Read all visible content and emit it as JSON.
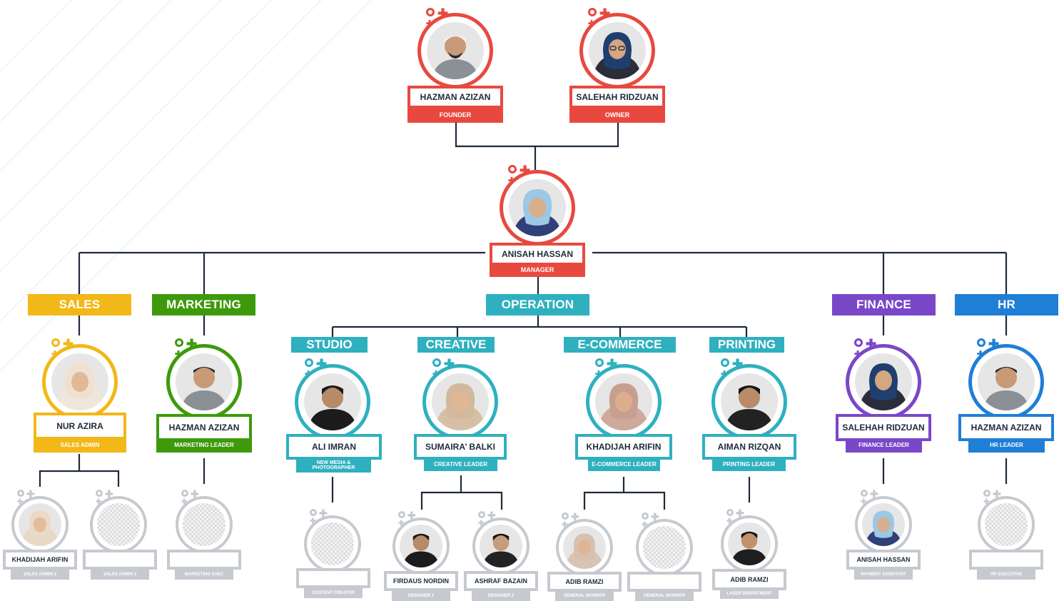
{
  "colors": {
    "leadership": "#e8493f",
    "sales": "#f2b818",
    "marketing": "#3e9a0c",
    "operation": "#2fb0bf",
    "finance": "#7b47c9",
    "hr": "#1f7fd6",
    "vacant": "#c6c9cf",
    "connector": "#1e2a3a"
  },
  "leadership": {
    "founder": {
      "name": "HAZMAN AZIZAN",
      "role": "FOUNDER"
    },
    "owner": {
      "name": "SALEHAH RIDZUAN",
      "role": "OWNER"
    },
    "manager": {
      "name": "ANISAH HASSAN",
      "role": "MANAGER"
    }
  },
  "departments": {
    "sales": "SALES",
    "marketing": "MARKETING",
    "operation": "OPERATION",
    "finance": "FINANCE",
    "hr": "HR"
  },
  "operation_units": {
    "studio": "STUDIO",
    "creative": "CREATIVE",
    "ecommerce": "E-COMMERCE",
    "printing": "PRINTING"
  },
  "leaders": {
    "sales": {
      "name": "NUR AZIRA",
      "role": "SALES ADMIN"
    },
    "marketing": {
      "name": "HAZMAN AZIZAN",
      "role": "MARKETING LEADER"
    },
    "studio": {
      "name": "ALI IMRAN",
      "role": "NEW MEDIA & PHOTOGRAPHER"
    },
    "creative": {
      "name": "SUMAIRA’ BALKI",
      "role": "CREATIVE LEADER"
    },
    "ecommerce": {
      "name": "KHADIJAH ARIFIN",
      "role": "E-COMMERCE LEADER"
    },
    "printing": {
      "name": "AIMAN RIZQAN",
      "role": "PRINTING LEADER"
    },
    "finance": {
      "name": "SALEHAH RIDZUAN",
      "role": "FINANCE LEADER"
    },
    "hr": {
      "name": "HAZMAN AZIZAN",
      "role": "HR LEADER"
    }
  },
  "staff": {
    "sales_admin_2": {
      "name": "KHADIJAH ARIFIN",
      "role": "SALES ADMIN 2"
    },
    "sales_admin_3": {
      "name": "",
      "role": "SALES ADMIN 3"
    },
    "marketing_exec": {
      "name": "",
      "role": "MARKETING EXEC"
    },
    "content_creator": {
      "name": "",
      "role": "CONTENT CREATOR"
    },
    "designer_1": {
      "name": "FIRDAUS NORDIN",
      "role": "DESIGNER 1"
    },
    "designer_2": {
      "name": "ASHRAF BAZAIN",
      "role": "DESIGNER 2"
    },
    "general_worker_1": {
      "name": "ADIB RAMZI",
      "role": "GENERAL WORKER"
    },
    "general_worker_2": {
      "name": "",
      "role": "GENERAL WORKER"
    },
    "laser_department": {
      "name": "ADIB RAMZI",
      "role": "LASER DEPARTMENT"
    },
    "payment_assistant": {
      "name": "ANISAH HASSAN",
      "role": "PAYMENT ASSISTANT"
    },
    "hr_executive": {
      "name": "",
      "role": "HR EXECUTIVE"
    }
  }
}
